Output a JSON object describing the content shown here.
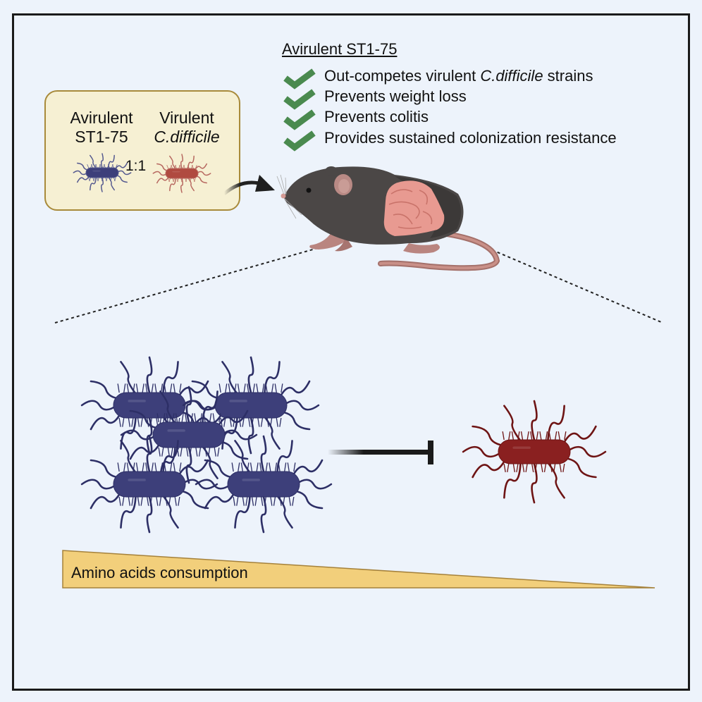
{
  "inoculum": {
    "strain_a_line1": "Avirulent",
    "strain_a_line2": "ST1-75",
    "strain_b_line1": "Virulent",
    "strain_b_line2": "C.difficile",
    "ratio": "1:1"
  },
  "benefits": {
    "title": "Avirulent ST1-75",
    "items": [
      {
        "pre": "Out-competes virulent ",
        "ital": "C.difficile",
        "post": " strains"
      },
      {
        "pre": "Prevents weight loss",
        "ital": "",
        "post": ""
      },
      {
        "pre": "Prevents colitis",
        "ital": "",
        "post": ""
      },
      {
        "pre": "Provides sustained colonization resistance",
        "ital": "",
        "post": ""
      }
    ]
  },
  "gradient": {
    "label": "Amino acids consumption"
  },
  "icons": {
    "check": "check-icon",
    "avirulent_bacterium": "bacterium-icon",
    "virulent_bacterium": "bacterium-icon",
    "mouse": "mouse-icon",
    "inhibition": "inhibition-arrow-icon",
    "arrow": "curved-arrow-icon"
  },
  "colors": {
    "avirulent": "#3d3f7a",
    "virulent": "#8a2020",
    "check": "#4a8a4f",
    "gradient_fill": "#f2cf7b",
    "inoculum_bg": "#f6f0d3",
    "zoom_bg": "#fcf1f2",
    "page_bg": "#edf3fb"
  }
}
